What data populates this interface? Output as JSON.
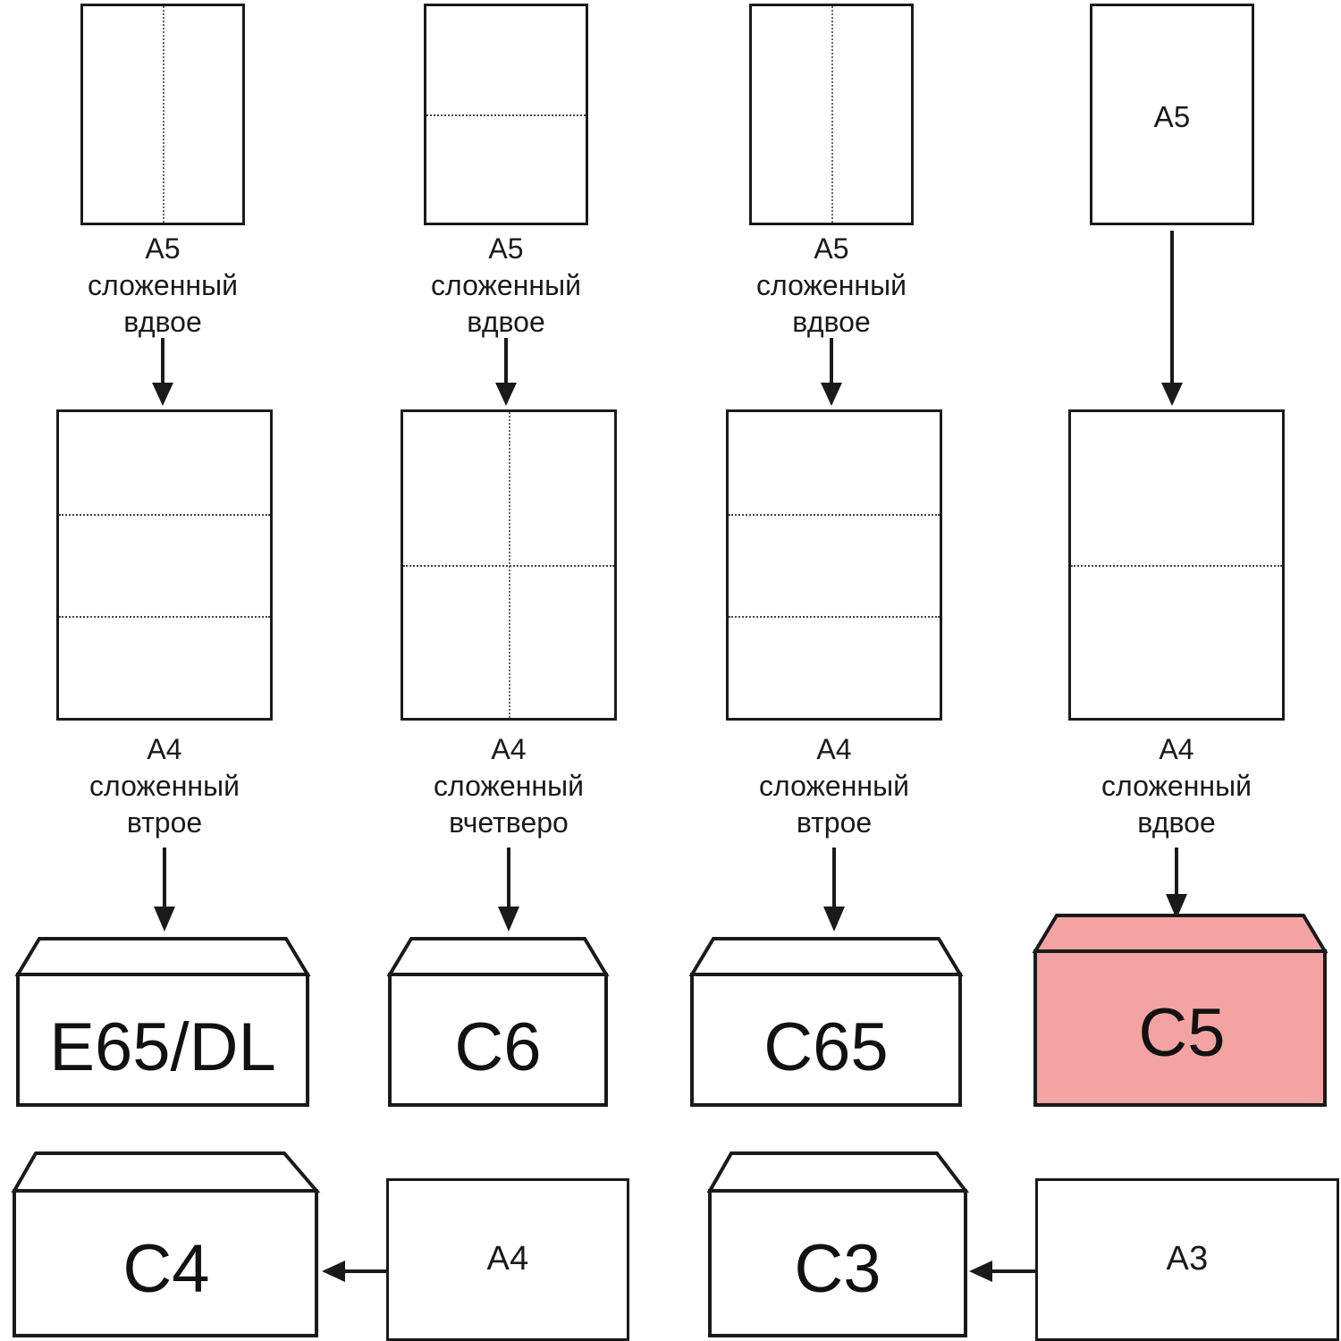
{
  "diagram": {
    "title_hidden": "",
    "colors": {
      "line": "#1a1a1a",
      "fold": "#555555",
      "highlight_fill": "#F4A3A3",
      "paper_fill": "#ffffff"
    },
    "columns": [
      {
        "top_sheet": {
          "label": "",
          "fold": "vertical"
        },
        "top_caption": "A5\nсложенный\nвдвое",
        "mid_sheet": {
          "label": "",
          "fold": "horizontal-thirds"
        },
        "mid_caption": "A4\nсложенный\nвтрое",
        "envelope": {
          "label": "E65/DL",
          "highlight": false
        }
      },
      {
        "top_sheet": {
          "label": "",
          "fold": "horizontal"
        },
        "top_caption": "A5\nсложенный\nвдвое",
        "mid_sheet": {
          "label": "",
          "fold": "cross"
        },
        "mid_caption": "A4\nсложенный\nвчетверо",
        "envelope": {
          "label": "C6",
          "highlight": false
        }
      },
      {
        "top_sheet": {
          "label": "",
          "fold": "vertical"
        },
        "top_caption": "A5\nсложенный\nвдвое",
        "mid_sheet": {
          "label": "",
          "fold": "horizontal-thirds"
        },
        "mid_caption": "A4\nсложенный\nвтрое",
        "envelope": {
          "label": "C65",
          "highlight": false
        }
      },
      {
        "top_sheet": {
          "label": "A5",
          "fold": "none"
        },
        "top_caption": "",
        "mid_sheet": {
          "label": "",
          "fold": "horizontal"
        },
        "mid_caption": "A4\nсложенный\nвдвое",
        "envelope": {
          "label": "C5",
          "highlight": true
        }
      }
    ],
    "bottom_row": [
      {
        "envelope_label": "C4",
        "paper_label": "A4"
      },
      {
        "envelope_label": "C3",
        "paper_label": "A3"
      }
    ]
  }
}
